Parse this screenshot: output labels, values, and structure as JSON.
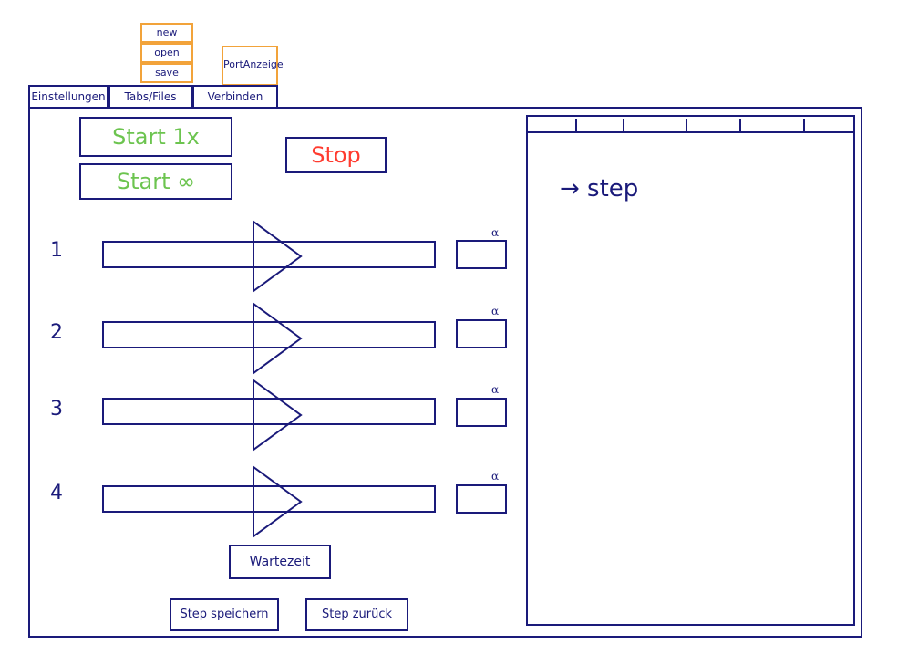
{
  "menu": {
    "items": [
      "new",
      "open",
      "save"
    ],
    "port_label": "PortAnzeige"
  },
  "tabs": [
    "Einstellungen",
    "Tabs/Files",
    "Verbinden"
  ],
  "controls": {
    "start_once": "Start 1x",
    "start_infinite": "Start ∞",
    "stop": "Stop"
  },
  "sliders": [
    {
      "label": "1",
      "unit": "α"
    },
    {
      "label": "2",
      "unit": "α"
    },
    {
      "label": "3",
      "unit": "α"
    },
    {
      "label": "4",
      "unit": "α"
    }
  ],
  "buttons": {
    "wait_time": "Wartezeit",
    "save_step": "Step speichern",
    "step_back": "Step zurück"
  },
  "right_panel": {
    "step_text": "→ step"
  },
  "colors": {
    "ink": "#1a1a7a",
    "accent_green": "#6cc44f",
    "accent_red": "#ff3b2f",
    "accent_orange": "#f2a33a"
  }
}
